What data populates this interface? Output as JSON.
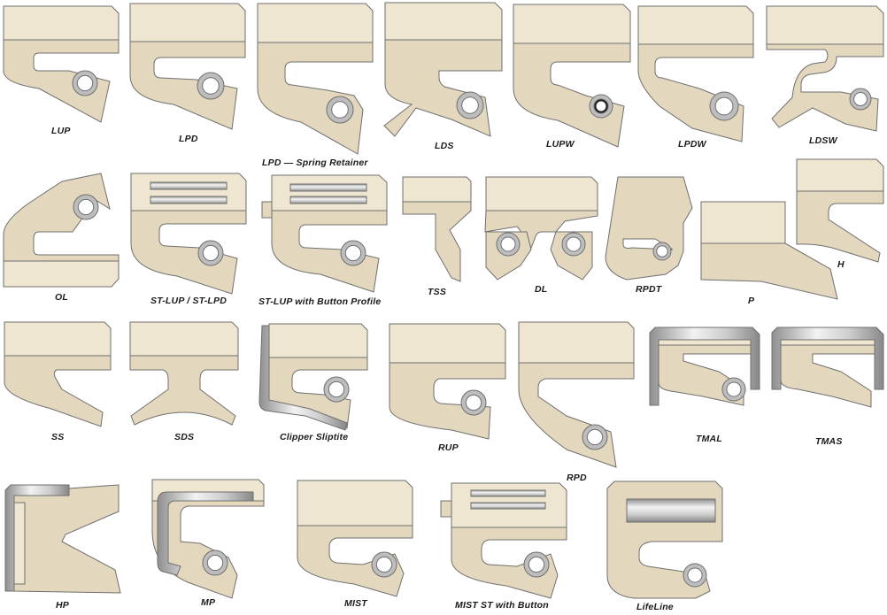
{
  "colors": {
    "seal_light": "#efe6d1",
    "seal_body": "#e3d7bd",
    "outline": "#6f6f6f",
    "metal_light": "#e4e4e4",
    "metal_dark": "#9c9c9c",
    "spring_ring": "#bdbdbd",
    "label": "#1a1a1a"
  },
  "profiles": [
    {
      "id": "lup",
      "label": "LUP"
    },
    {
      "id": "lpd",
      "label": "LPD"
    },
    {
      "id": "lpd-spring-retainer",
      "label": "LPD — Spring Retainer"
    },
    {
      "id": "lds",
      "label": "LDS"
    },
    {
      "id": "lupw",
      "label": "LUPW"
    },
    {
      "id": "lpdw",
      "label": "LPDW"
    },
    {
      "id": "ldsw",
      "label": "LDSW"
    },
    {
      "id": "ol",
      "label": "OL"
    },
    {
      "id": "st-lup-st-lpd",
      "label": "ST-LUP / ST-LPD"
    },
    {
      "id": "st-lup-button",
      "label": "ST-LUP with Button Profile"
    },
    {
      "id": "tss",
      "label": "TSS"
    },
    {
      "id": "dl",
      "label": "DL"
    },
    {
      "id": "rpdt",
      "label": "RPDT"
    },
    {
      "id": "p",
      "label": "P"
    },
    {
      "id": "h",
      "label": "H"
    },
    {
      "id": "ss",
      "label": "SS"
    },
    {
      "id": "sds",
      "label": "SDS"
    },
    {
      "id": "clipper-sliptite",
      "label": "Clipper Sliptite"
    },
    {
      "id": "rup",
      "label": "RUP"
    },
    {
      "id": "rpd",
      "label": "RPD"
    },
    {
      "id": "tmal",
      "label": "TMAL"
    },
    {
      "id": "tmas",
      "label": "TMAS"
    },
    {
      "id": "hp",
      "label": "HP"
    },
    {
      "id": "mp",
      "label": "MP"
    },
    {
      "id": "mist",
      "label": "MIST"
    },
    {
      "id": "mist-st-button",
      "label": "MIST ST with Button"
    },
    {
      "id": "lifeline",
      "label": "LifeLine"
    }
  ]
}
